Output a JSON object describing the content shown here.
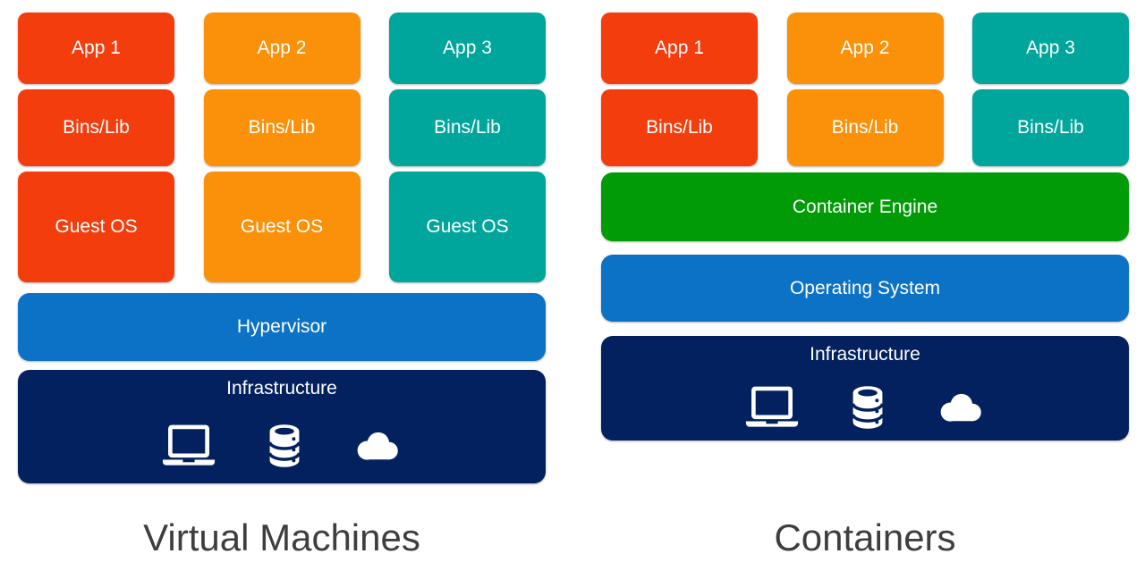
{
  "colors": {
    "red": "#F43D0D",
    "orange": "#FA9108",
    "teal": "#00A69C",
    "green": "#009B06",
    "blue": "#0B72C6",
    "navy": "#03215F",
    "title_text": "#3E3E3E",
    "box_text": "#FFFFFF",
    "stack_order": [
      "red",
      "orange",
      "teal"
    ]
  },
  "left": {
    "title": "Virtual Machines",
    "stacks": [
      {
        "app": "App 1",
        "bins": "Bins/Lib",
        "guest": "Guest OS"
      },
      {
        "app": "App 2",
        "bins": "Bins/Lib",
        "guest": "Guest OS"
      },
      {
        "app": "App 3",
        "bins": "Bins/Lib",
        "guest": "Guest OS"
      }
    ],
    "hypervisor": "Hypervisor",
    "infrastructure": "Infrastructure",
    "infrastructure_icons": [
      "laptop-icon",
      "database-icon",
      "cloud-icon"
    ]
  },
  "right": {
    "title": "Containers",
    "stacks": [
      {
        "app": "App 1",
        "bins": "Bins/Lib"
      },
      {
        "app": "App 2",
        "bins": "Bins/Lib"
      },
      {
        "app": "App 3",
        "bins": "Bins/Lib"
      }
    ],
    "container_engine": "Container Engine",
    "operating_system": "Operating System",
    "infrastructure": "Infrastructure",
    "infrastructure_icons": [
      "laptop-icon",
      "database-icon",
      "cloud-icon"
    ]
  }
}
